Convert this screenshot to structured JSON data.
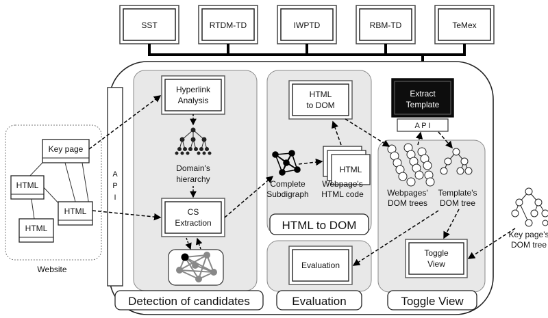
{
  "algorithms": [
    "SST",
    "RTDM-TD",
    "IWPTD",
    "RBM-TD",
    "TeMex"
  ],
  "website": {
    "label": "Website",
    "key_page": "Key page",
    "html_pages": [
      "HTML",
      "HTML",
      "HTML"
    ]
  },
  "api_vertical_letters": [
    "A",
    "P",
    "I"
  ],
  "detection": {
    "hyperlink_analysis": [
      "Hyperlink",
      "Analysis"
    ],
    "domains_hierarchy": [
      "Domain's",
      "hierarchy"
    ],
    "cs_extraction": [
      "CS",
      "Extraction"
    ],
    "title": "Detection of candidates"
  },
  "html_to_dom": {
    "box": [
      "HTML",
      "to DOM"
    ],
    "complete_subdigraph": [
      "Complete",
      "Subdigraph"
    ],
    "stack_label": "HTML",
    "webpages_html_code": [
      "Webpage's",
      "HTML code"
    ],
    "title": "HTML to DOM"
  },
  "extract_template": {
    "box": [
      "Extract",
      "Template"
    ],
    "api": "A P I"
  },
  "toggle": {
    "webpages_dom_trees": [
      "Webpages'",
      "DOM trees"
    ],
    "templates_dom_tree": [
      "Template's",
      "DOM tree"
    ],
    "box": [
      "Toggle",
      "View"
    ],
    "title": "Toggle View"
  },
  "evaluation": {
    "box": "Evaluation",
    "title": "Evaluation"
  },
  "key_dom_tree": [
    "Key page's",
    "DOM tree"
  ],
  "colors": {
    "dark_box": "#0d0d0d",
    "panel": "#e8e8e8",
    "outline": "#222222"
  }
}
